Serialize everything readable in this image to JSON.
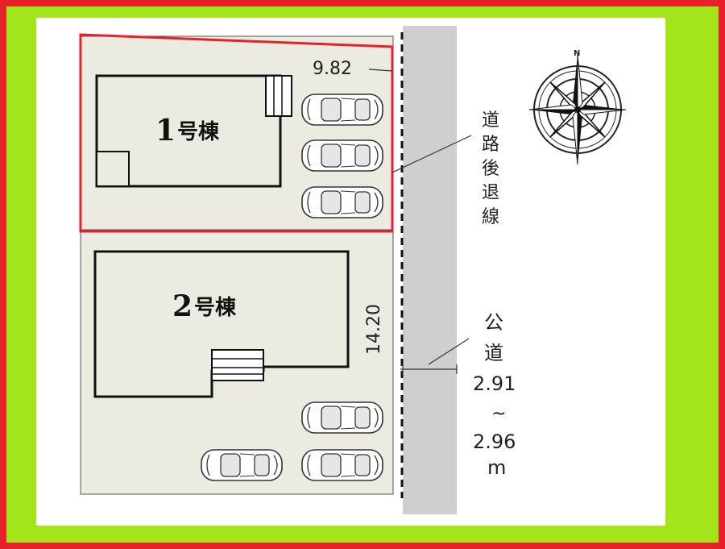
{
  "colors": {
    "frame_red": "#e8202a",
    "frame_green": "#a4e41a",
    "lot_fill": "#ecebe2",
    "road_gray": "#cfcfcf",
    "highlight_red": "#e8202a"
  },
  "buildings": {
    "b1_number": "1",
    "b1_label": "号棟",
    "b2_number": "2",
    "b2_label": "号棟"
  },
  "dimensions": {
    "width_top": "9.82",
    "depth_side": "14.20"
  },
  "road_setback_label": [
    "道",
    "路",
    "後",
    "退",
    "線"
  ],
  "public_road_label": [
    "公",
    "道",
    "2.91",
    "~",
    "2.96",
    "m"
  ],
  "compass": {
    "north_label": "N",
    "icon": "compass-rose-icon"
  },
  "car_icon": "car-topview-icon"
}
